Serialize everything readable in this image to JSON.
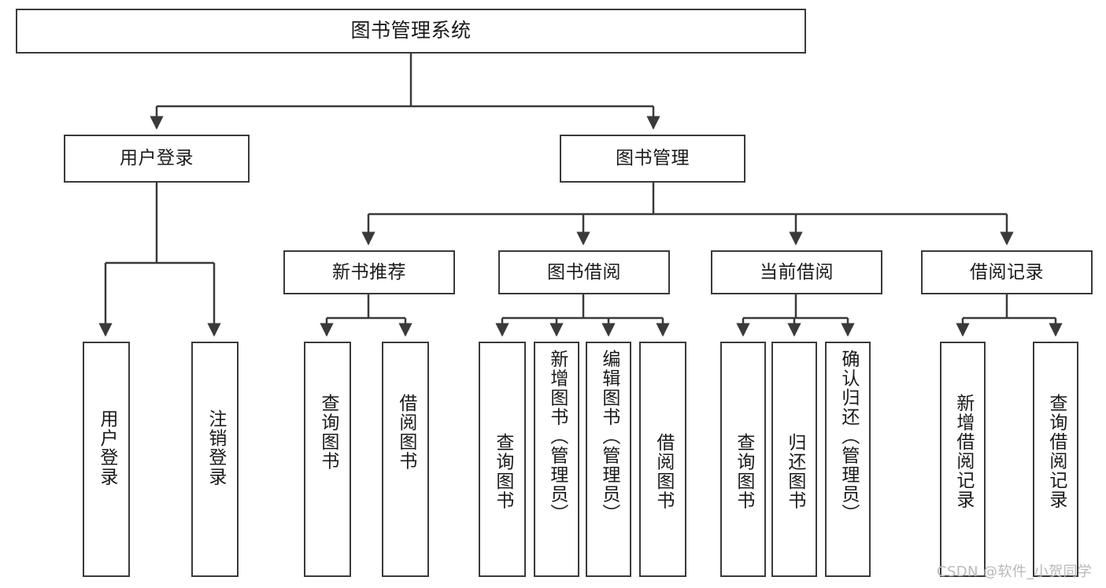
{
  "diagram": {
    "title": "图书管理系统",
    "type": "hierarchy-tree",
    "root": {
      "label": "图书管理系统"
    },
    "level2": [
      {
        "label": "用户登录"
      },
      {
        "label": "图书管理"
      }
    ],
    "level3": [
      {
        "label": "新书推荐"
      },
      {
        "label": "图书借阅"
      },
      {
        "label": "当前借阅"
      },
      {
        "label": "借阅记录"
      }
    ],
    "leaves": {
      "user_login": [
        {
          "label": "用户登录"
        },
        {
          "label": "注销登录"
        }
      ],
      "new_book_recommend": [
        {
          "label": "查询图书"
        },
        {
          "label": "借阅图书"
        }
      ],
      "book_borrow": [
        {
          "label": "查询图书"
        },
        {
          "label": "新增图书（管理员）"
        },
        {
          "label": "编辑图书（管理员）"
        },
        {
          "label": "借阅图书"
        }
      ],
      "current_borrow": [
        {
          "label": "查询图书"
        },
        {
          "label": "归还图书"
        },
        {
          "label": "确认归还（管理员）"
        }
      ],
      "borrow_record": [
        {
          "label": "新增借阅记录"
        },
        {
          "label": "查询借阅记录"
        }
      ]
    }
  },
  "watermark": {
    "text": "CSDN @软件_小贺同学"
  },
  "colors": {
    "stroke": "#3a3a3a",
    "box_fill": "#ffffff",
    "text": "#1a1a1a",
    "watermark": "#b9b9b9"
  }
}
